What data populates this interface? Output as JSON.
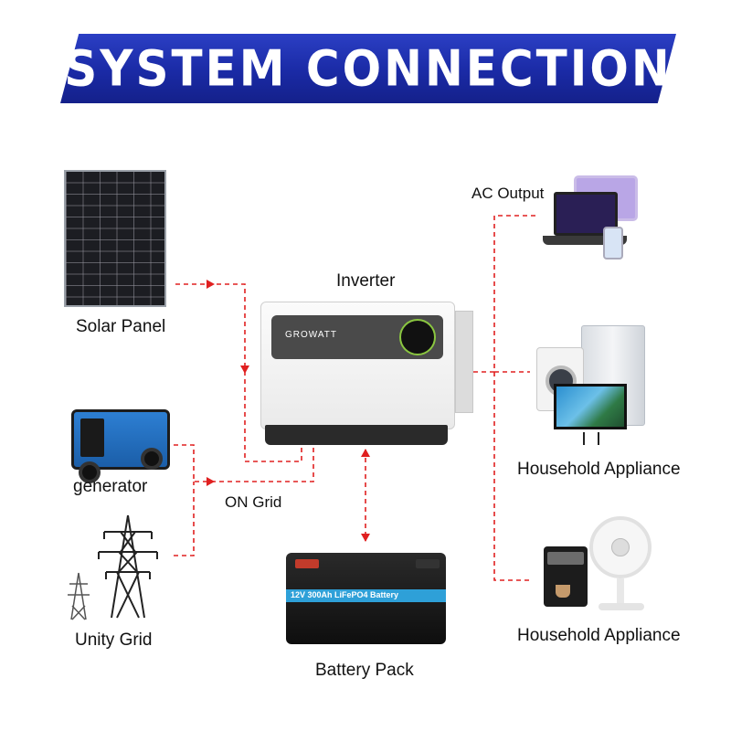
{
  "banner": {
    "title": "SYSTEM CONNECTION"
  },
  "labels": {
    "solar_panel": "Solar Panel",
    "inverter": "Inverter",
    "generator": "generator",
    "on_grid": "ON Grid",
    "unity_grid": "Unity Grid",
    "battery_pack": "Battery Pack",
    "ac_output": "AC Output",
    "household_appliance_1": "Household Appliance",
    "household_appliance_2": "Household Appliance"
  },
  "inverter": {
    "brand": "GROWATT"
  },
  "battery": {
    "label": "12V 300Ah  LiFePO4 Battery"
  },
  "colors": {
    "banner": "#1a2aa5",
    "connection_line": "#e02020",
    "battery_stripe": "#2ea0d8",
    "generator_body": "#2d7fd3"
  }
}
